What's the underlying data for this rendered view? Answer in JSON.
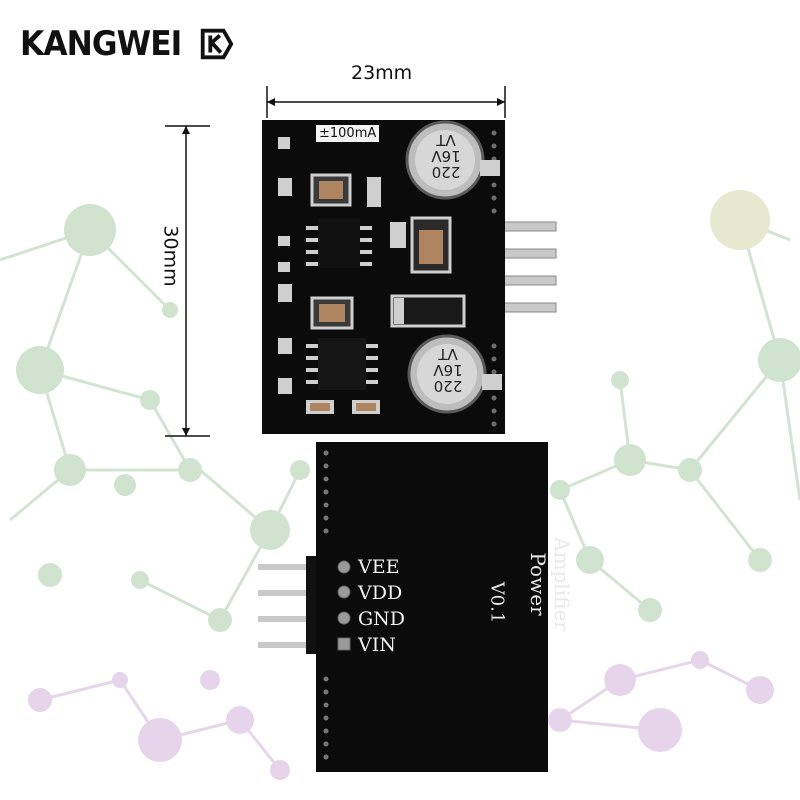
{
  "brand": {
    "name": "KANGWEI",
    "mark": "K"
  },
  "dimensions": {
    "width_label": "23mm",
    "height_label": "30mm"
  },
  "front_board": {
    "current_rating": "±100mA",
    "capacitor_top": {
      "line1": "220",
      "line2": "16V",
      "line3": "VT"
    },
    "capacitor_bottom": {
      "line1": "220",
      "line2": "16V",
      "line3": "VT"
    }
  },
  "back_board": {
    "title": "Amplifier Power",
    "version": "V0.1",
    "pins": [
      "VEE",
      "VDD",
      "GND",
      "VIN"
    ]
  },
  "colors": {
    "pcb": "#0b0b0b",
    "background_network_green": "#cfe3cf",
    "background_network_purple": "#e5d2ea",
    "pin_metal": "#bfbfbf"
  }
}
